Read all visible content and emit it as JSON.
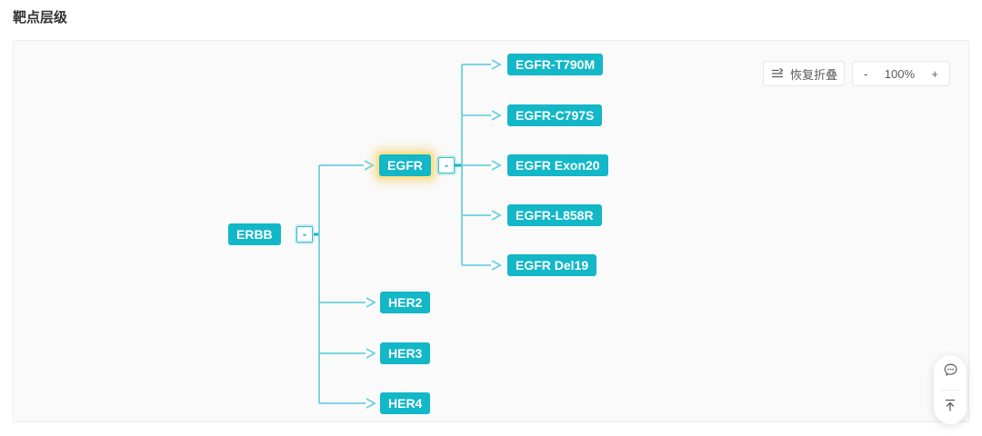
{
  "page": {
    "title": "靶点层级"
  },
  "toolbar": {
    "restore_fold_label": "恢复折叠",
    "zoom_out_label": "-",
    "zoom_level": "100%",
    "zoom_in_label": "+"
  },
  "tree": {
    "root": {
      "label": "ERBB",
      "collapse_label": "-"
    },
    "children": [
      {
        "label": "EGFR",
        "selected": true,
        "collapse_label": "-",
        "children": [
          {
            "label": "EGFR-T790M"
          },
          {
            "label": "EGFR-C797S"
          },
          {
            "label": "EGFR Exon20"
          },
          {
            "label": "EGFR-L858R"
          },
          {
            "label": "EGFR Del19"
          }
        ]
      },
      {
        "label": "HER2"
      },
      {
        "label": "HER3"
      },
      {
        "label": "HER4"
      }
    ]
  },
  "floating": {
    "feedback_icon": "chat-bubble-icon",
    "back_to_top_icon": "arrow-to-top-icon"
  },
  "colors": {
    "node_fill": "#12b7c8",
    "node_text": "#ffffff",
    "connector": "#6ad1de",
    "connector_strong": "#12b7c8",
    "selected_glow": "#f6c454",
    "panel_bg": "#fafafa",
    "panel_border": "#ececec",
    "toolbar_text": "#595959"
  }
}
